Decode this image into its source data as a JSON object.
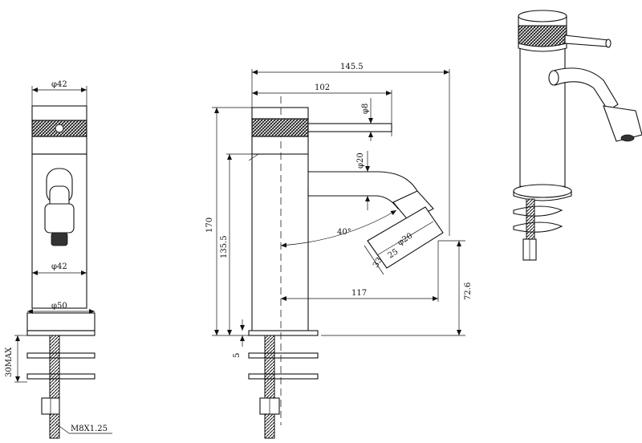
{
  "front_view": {
    "dims": {
      "top_diameter": "φ42",
      "body_diameter": "φ42",
      "base_diameter": "φ50",
      "max_thickness": "30MAX",
      "thread": "M8X1.25"
    }
  },
  "side_view": {
    "dims": {
      "overall_reach": "145.5",
      "handle_reach": "102",
      "handle_diameter": "φ8",
      "spout_diameter": "φ20",
      "total_height": "170",
      "body_height": "135.5",
      "angle": "40°",
      "nozzle_diameter": "φ20",
      "nozzle_width_25": "25",
      "nozzle_width_33": "33",
      "spout_reach": "117",
      "outlet_height": "72.6",
      "base_thickness": "5"
    }
  },
  "colors": {
    "line": "#111111",
    "background": "#ffffff",
    "knurl": "#333333"
  }
}
